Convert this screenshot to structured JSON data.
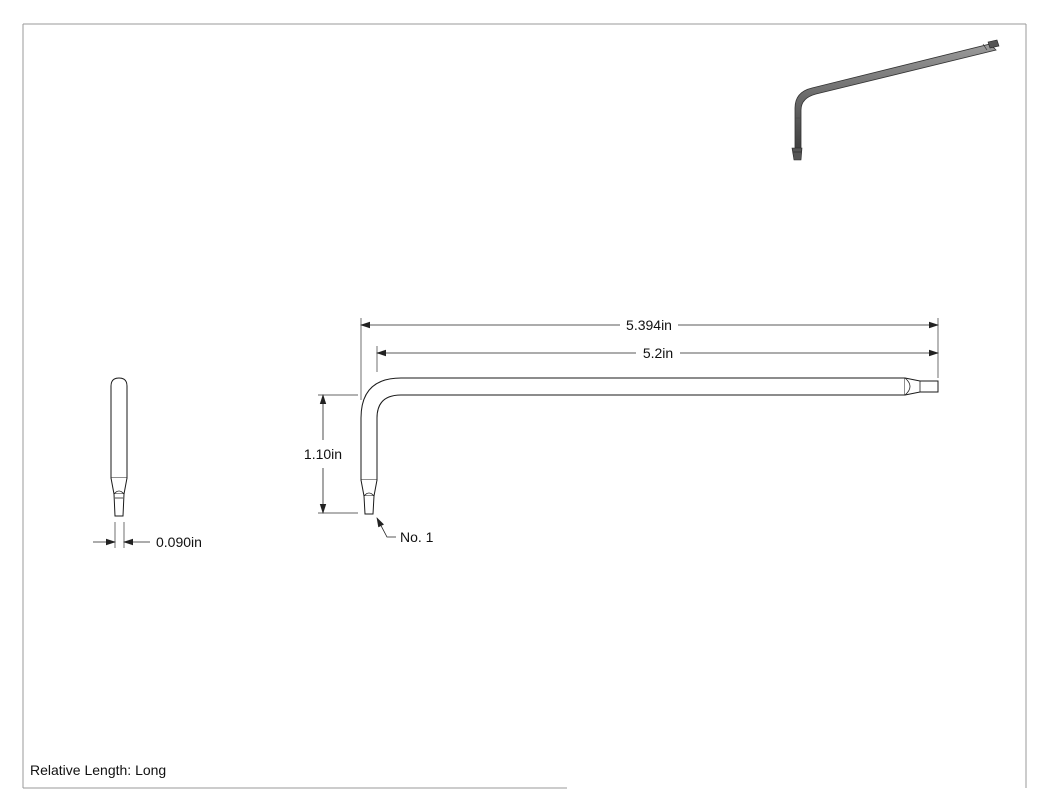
{
  "dimensions": {
    "overall_length": "5.394in",
    "shaft_length": "5.2in",
    "short_arm_length": "1.10in",
    "diameter": "0.090in"
  },
  "callouts": {
    "tip_size": "No. 1"
  },
  "footer": {
    "relative_length": "Relative Length: Long"
  },
  "colors": {
    "line": "#1a1a1a",
    "iso_shaded": "#6e6e6e",
    "border": "#9a9a9a",
    "background": "#ffffff"
  }
}
